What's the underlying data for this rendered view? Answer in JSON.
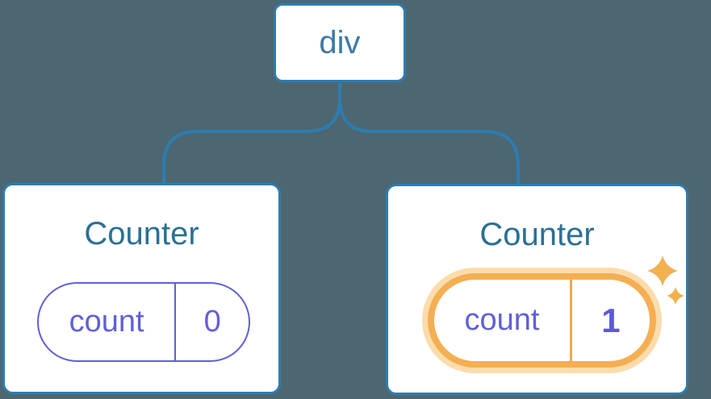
{
  "diagram": {
    "root_node": {
      "label": "div"
    },
    "counters": [
      {
        "title": "Counter",
        "state_key": "count",
        "state_value": "0",
        "highlighted": false
      },
      {
        "title": "Counter",
        "state_key": "count",
        "state_value": "1",
        "highlighted": true
      }
    ]
  },
  "icons": {
    "sparkles": "sparkles-icon"
  },
  "colors": {
    "background": "#4c6771",
    "connector_blue": "#2e7cb0",
    "node_fill": "#ffffff",
    "root_label_text": "#3d7ba8",
    "counter_title_text": "#2b7094",
    "state_purple": "#6060d8",
    "state_value_bold_purple": "#5b5bd6",
    "highlight_border_orange": "#f5ae52",
    "highlight_halo_orange": "#fbdcab",
    "highlight_divider_orange": "#f0a94e",
    "sparkle_orange": "#f2b04e"
  }
}
